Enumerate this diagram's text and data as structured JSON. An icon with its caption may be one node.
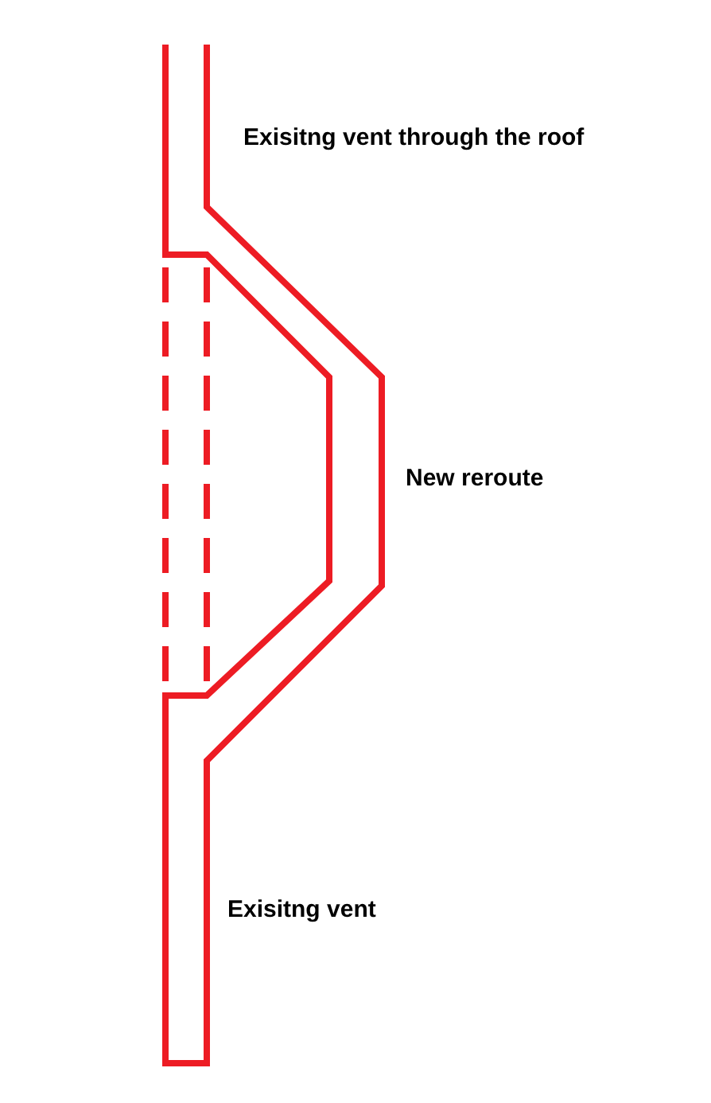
{
  "diagram": {
    "labels": [
      "Exisitng vent through the roof",
      "New reroute",
      "Exisitng vent"
    ]
  }
}
